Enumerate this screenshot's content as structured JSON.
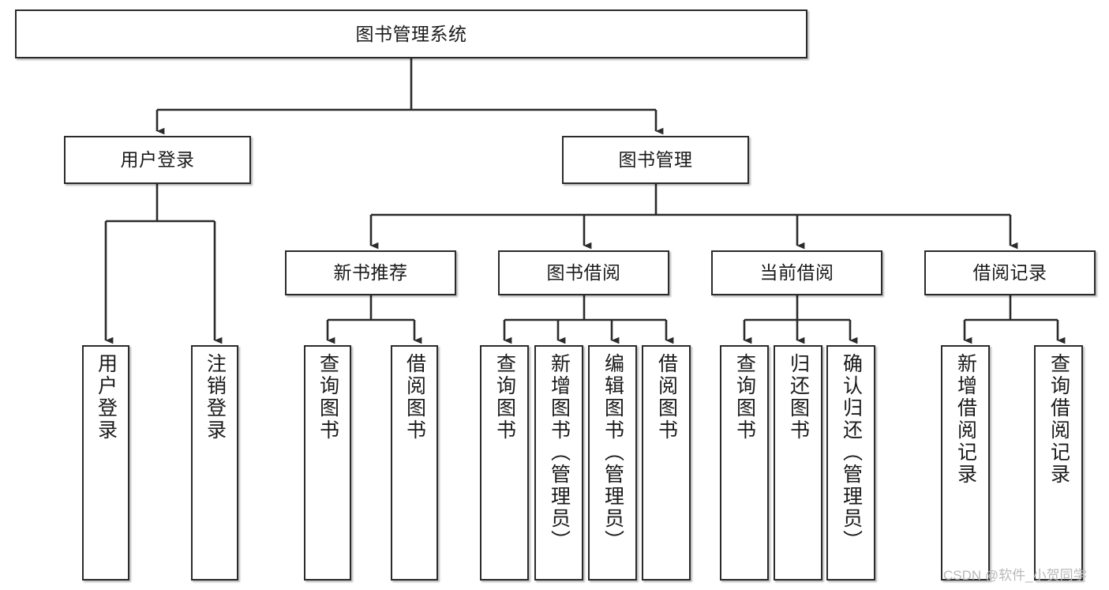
{
  "diagram": {
    "type": "tree-hierarchy-flowchart",
    "title": "图书管理系统",
    "watermark": "CSDN @软件_小贺同学",
    "colors": {
      "stroke": "#2b2b2b",
      "fill": "#ffffff",
      "text": "#1a1a1a",
      "watermark": "#b9b9b9"
    },
    "levels": {
      "level1": [
        "图书管理系统"
      ],
      "level2": [
        "用户登录",
        "图书管理"
      ],
      "level3": [
        "新书推荐",
        "图书借阅",
        "当前借阅",
        "借阅记录"
      ]
    },
    "nodes": {
      "root": {
        "label": "图书管理系统"
      },
      "user_login": {
        "label": "用户登录"
      },
      "book_manage": {
        "label": "图书管理"
      },
      "new_book_rec": {
        "label": "新书推荐"
      },
      "book_borrow": {
        "label": "图书借阅"
      },
      "current_borrow": {
        "label": "当前借阅"
      },
      "borrow_record": {
        "label": "借阅记录"
      }
    },
    "leaves": {
      "user_login": [
        {
          "label": "用户登录"
        },
        {
          "label": "注销登录"
        }
      ],
      "new_book_rec": [
        {
          "label": "查询图书"
        },
        {
          "label": "借阅图书"
        }
      ],
      "book_borrow": [
        {
          "label": "查询图书"
        },
        {
          "label": "新增图书（管理员）"
        },
        {
          "label": "编辑图书（管理员）"
        },
        {
          "label": "借阅图书"
        }
      ],
      "current_borrow": [
        {
          "label": "查询图书"
        },
        {
          "label": "归还图书"
        },
        {
          "label": "确认归还（管理员）"
        }
      ],
      "borrow_record": [
        {
          "label": "新增借阅记录"
        },
        {
          "label": "查询借阅记录"
        }
      ]
    },
    "edges": [
      {
        "from": "图书管理系统",
        "to": "用户登录"
      },
      {
        "from": "图书管理系统",
        "to": "图书管理"
      },
      {
        "from": "图书管理",
        "to": "新书推荐"
      },
      {
        "from": "图书管理",
        "to": "图书借阅"
      },
      {
        "from": "图书管理",
        "to": "当前借阅"
      },
      {
        "from": "图书管理",
        "to": "借阅记录"
      },
      {
        "from": "用户登录",
        "to": "用户登录"
      },
      {
        "from": "用户登录",
        "to": "注销登录"
      },
      {
        "from": "新书推荐",
        "to": "查询图书"
      },
      {
        "from": "新书推荐",
        "to": "借阅图书"
      },
      {
        "from": "图书借阅",
        "to": "查询图书"
      },
      {
        "from": "图书借阅",
        "to": "新增图书（管理员）"
      },
      {
        "from": "图书借阅",
        "to": "编辑图书（管理员）"
      },
      {
        "from": "图书借阅",
        "to": "借阅图书"
      },
      {
        "from": "当前借阅",
        "to": "查询图书"
      },
      {
        "from": "当前借阅",
        "to": "归还图书"
      },
      {
        "from": "当前借阅",
        "to": "确认归还（管理员）"
      },
      {
        "from": "借阅记录",
        "to": "新增借阅记录"
      },
      {
        "from": "借阅记录",
        "to": "查询借阅记录"
      }
    ]
  }
}
